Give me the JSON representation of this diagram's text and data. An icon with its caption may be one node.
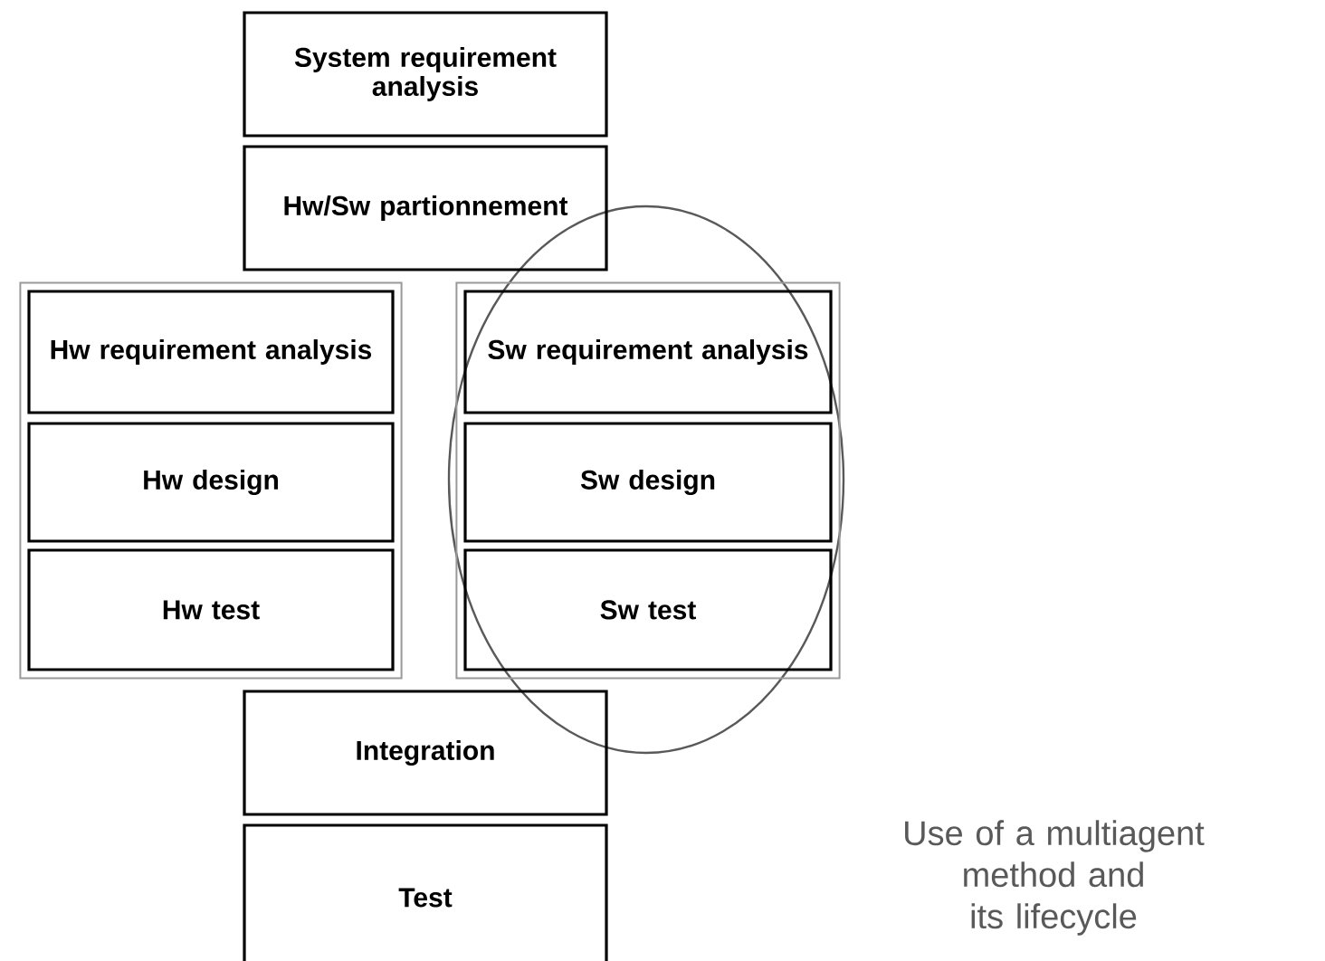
{
  "diagram": {
    "caption": "Use of a multiagent method and its lifecycle",
    "nodes": [
      {
        "text": [
          "System requirement analysis"
        ]
      },
      {
        "text": [
          "Hw/Sw partionnement"
        ]
      },
      {
        "text": [],
        "shape": "box"
      },
      {
        "text": [
          "Hw requirement analysis"
        ],
        "in": 2
      },
      {
        "text": [
          "Hw design"
        ],
        "in": 2
      },
      {
        "text": [
          "Hw test"
        ],
        "in": 2
      },
      {
        "text": [],
        "shape": "box"
      },
      {
        "text": [
          "Sw requirement analysis"
        ],
        "in": 6
      },
      {
        "text": [
          "Sw design"
        ],
        "in": 6
      },
      {
        "text": [
          "Sw test"
        ],
        "in": 6
      },
      {
        "text": [
          "Integration"
        ]
      },
      {
        "text": [
          "Test"
        ]
      }
    ]
  }
}
